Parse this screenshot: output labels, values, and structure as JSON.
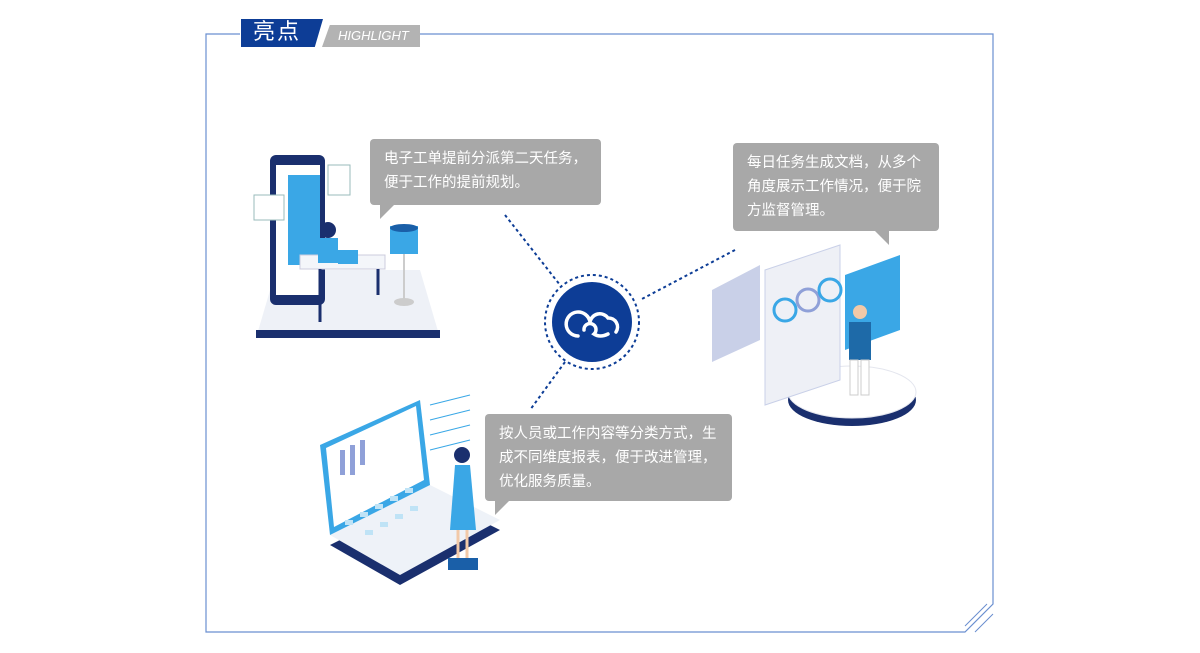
{
  "header": {
    "title_cn": "亮点",
    "title_en": "HIGHLIGHT"
  },
  "colors": {
    "brand": "#0d3d96",
    "bubble": "#a8a8a8",
    "frame": "#6a8fd0",
    "accent": "#29a3e0"
  },
  "highlights": [
    {
      "text": "电子工单提前分派第二天任务，便于工作的提前规划。"
    },
    {
      "text": "每日任务生成文档，从多个角度展示工作情况，便于院方监督管理。"
    },
    {
      "text": "按人员或工作内容等分类方式，生成不同维度报表，便于改进管理，优化服务质量。"
    }
  ],
  "center_icon": "cloud-logo-icon"
}
